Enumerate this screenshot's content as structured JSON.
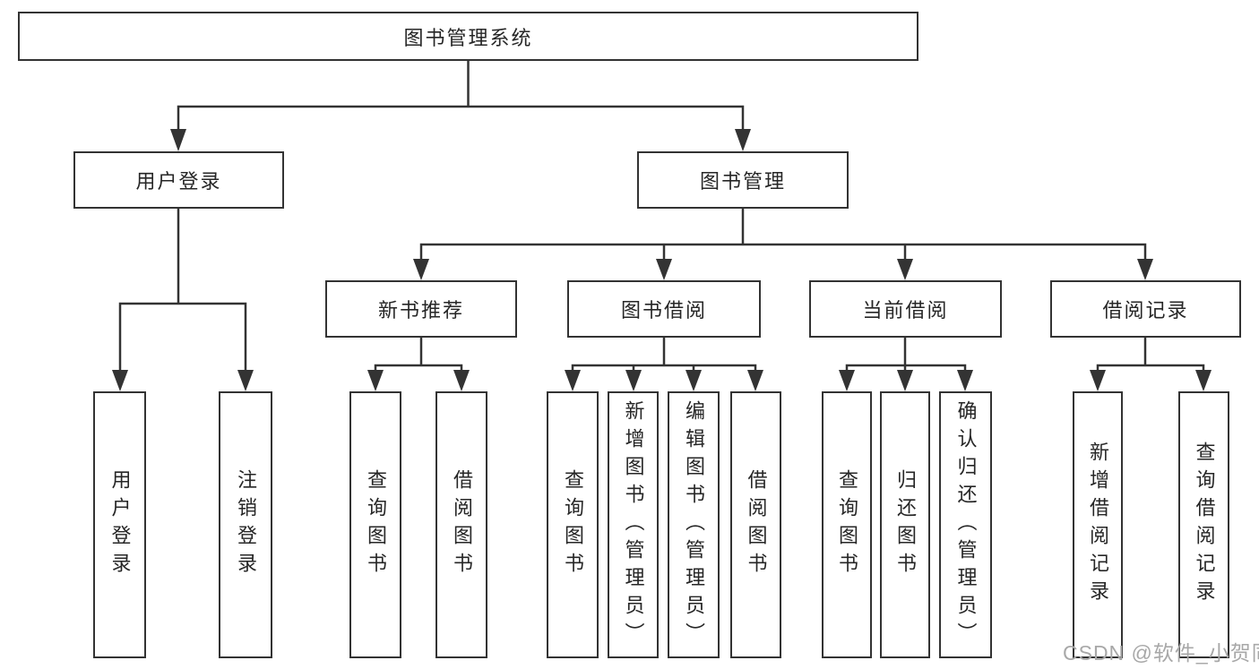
{
  "diagram": {
    "root": {
      "label": "图书管理系统"
    },
    "level2": [
      {
        "label": "用户登录"
      },
      {
        "label": "图书管理"
      }
    ],
    "level3": [
      {
        "label": "新书推荐"
      },
      {
        "label": "图书借阅"
      },
      {
        "label": "当前借阅"
      },
      {
        "label": "借阅记录"
      }
    ],
    "leaves": {
      "user_login": [
        "用户登录",
        "注销登录"
      ],
      "new_book": [
        "查询图书",
        "借阅图书"
      ],
      "book_borrow": [
        "查询图书",
        "新增图书（管理员）",
        "编辑图书（管理员）",
        "借阅图书"
      ],
      "current_borrow": [
        "查询图书",
        "归还图书",
        "确认归还（管理员）"
      ],
      "borrow_record": [
        "新增借阅记录",
        "查询借阅记录"
      ]
    }
  },
  "watermark": "CSDN @软件_小贺同学",
  "colors": {
    "line": "#333333",
    "box_border": "#333333",
    "box_fill": "#ffffff",
    "text": "#262626",
    "watermark": "#a8a8a8"
  }
}
